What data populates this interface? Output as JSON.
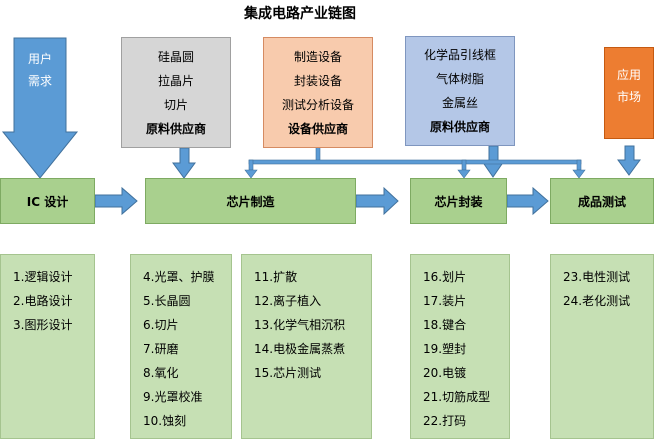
{
  "title": "集成电路产业链图",
  "user_demand": [
    "用户",
    "需求"
  ],
  "app_market": [
    "应用",
    "市场"
  ],
  "suppliers": [
    {
      "lines": [
        "硅晶圆",
        "拉晶片",
        "切片"
      ],
      "label": "原料供应商"
    },
    {
      "lines": [
        "制造设备",
        "封装设备",
        "测试分析设备"
      ],
      "label": "设备供应商"
    },
    {
      "lines": [
        "化学品引线框",
        "气体树脂",
        "金属丝"
      ],
      "label": "原料供应商"
    }
  ],
  "stages": [
    "IC 设计",
    "芯片制造",
    "芯片封装",
    "成品测试"
  ],
  "steps": {
    "design": [
      "1.逻辑设计",
      "2.电路设计",
      "3.图形设计"
    ],
    "manufacturing_a": [
      "4.光罩、护膜",
      "5.长晶圆",
      "6.切片",
      "7.研磨",
      "8.氧化",
      "9.光罩校准",
      "10.蚀刻"
    ],
    "manufacturing_b": [
      "11.扩散",
      "12.离子植入",
      "13.化学气相沉积",
      "14.电极金属蒸煮",
      "15.芯片测试"
    ],
    "packaging": [
      "16.划片",
      "17.装片",
      "18.键合",
      "19.塑封",
      "20.电镀",
      "21.切筋成型",
      "22.打码"
    ],
    "testing": [
      "23.电性测试",
      "24.老化测试"
    ]
  },
  "colors": {
    "stage_green": "#a9d08e",
    "list_green": "#c6e0b4",
    "arrow_blue": "#5b9bd5",
    "orange": "#ed7d31",
    "grey": "#d6d6d6",
    "salmon": "#f8cbad",
    "lavender": "#b4c7e7"
  }
}
